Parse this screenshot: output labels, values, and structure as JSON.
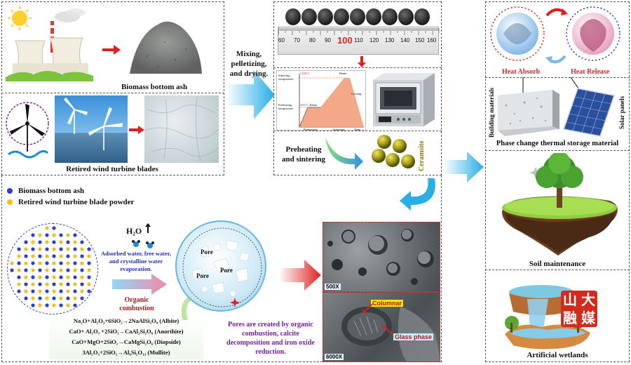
{
  "sources": {
    "ash_label": "Biomass bottom ash",
    "blades_label": "Retired wind turbine blades"
  },
  "process": {
    "mixing_label": "Mixing, pelletizing, and drying.",
    "ruler_highlight": "100",
    "ruler_ticks": [
      "60",
      "70",
      "80",
      "90",
      "100",
      "110",
      "120",
      "130",
      "140",
      "150",
      "160"
    ],
    "graph_labels": {
      "sintering_temperature": "Sintering temperature",
      "preheating_temperature": "Preheating temperature",
      "t_1200": "1200°C",
      "t_400": "400°C",
      "preheating_time": "20min",
      "sintering_time": "10min",
      "cooling": "Cooling",
      "preheating": "Preheating",
      "sintering": "Sintering",
      "time": "Time"
    },
    "sintering_label": "Preheating and sintering",
    "ceramsite_label": "Ceramsite"
  },
  "legend": {
    "items": [
      {
        "label": "Biomass bottom ash",
        "color": "#2a3fd6"
      },
      {
        "label": "Retired wind turbine blade powder",
        "color": "#f2c21a"
      }
    ]
  },
  "mechanism": {
    "water_formula": "H₂O",
    "water_note": "Adsorbed water, free water, and crystalline water evaporation.",
    "combustion_label": "Organic combustion",
    "pore_labels": [
      "Pore",
      "Pore",
      "Pore"
    ],
    "pore_note": "Pores are created by organic combustion, calcite decomposition and iron oxide reduction.",
    "equations": [
      "Na₂O+Al₂O₃+6SiO₂→2NaAlSi₃O₈ (Albite)",
      "CaO+ Al₂O₃ +2SiO₂→CaAl₂Si₂O₈ (Anorthite)",
      "CaO+MgO+2SiO₂→CaMgSi₂O₆ (Diopside)",
      "3Al₂O₃+2SiO₂→Al₆Si₂O₁₃ (Mullite)"
    ]
  },
  "sem": {
    "top_mag": "500X",
    "bottom_mag": "6000X",
    "columnar_label": "Columnar",
    "glass_label": "Glass phase"
  },
  "applications": {
    "heat_absorb": "Heat Absorb",
    "heat_release": "Heat Release",
    "building_materials": "Building materials",
    "solar_panels": "Solar panels",
    "pcm_title": "Phase change thermal storage material",
    "soil_title": "Soil maintenance",
    "wetlands_title": "Artificial wetlands",
    "logo_text": [
      "山",
      "大",
      "融",
      "媒"
    ]
  },
  "colors": {
    "ash_dot": "#2a3fd6",
    "blade_dot": "#f2c21a",
    "red_arrow": "#e02020",
    "cyan_arrow": "#29aee6",
    "highlight_red": "#d8282a"
  }
}
